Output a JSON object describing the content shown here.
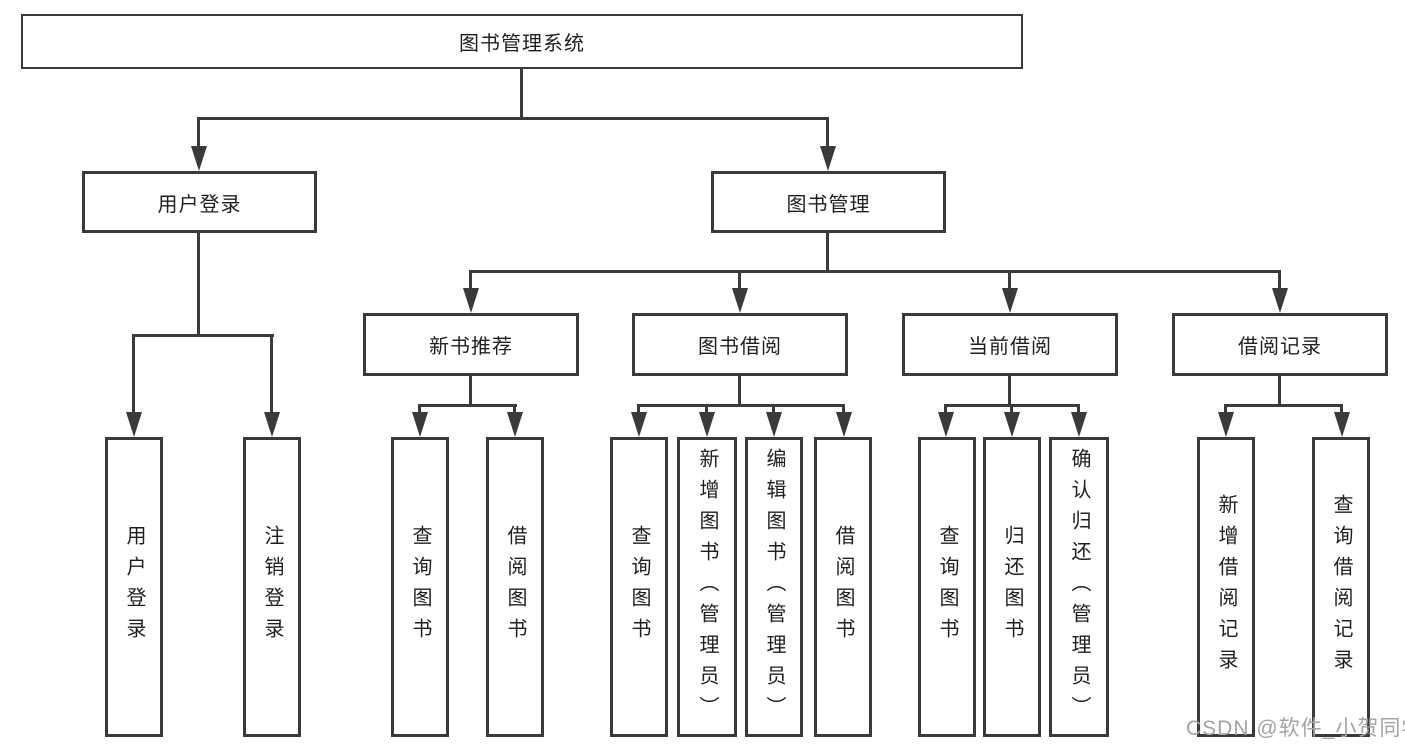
{
  "tree": {
    "root": {
      "label": "图书管理系统",
      "children": [
        {
          "label": "用户登录",
          "children": [
            {
              "label": "用户登录"
            },
            {
              "label": "注销登录"
            }
          ]
        },
        {
          "label": "图书管理",
          "children": [
            {
              "label": "新书推荐",
              "children": [
                {
                  "label": "查询图书"
                },
                {
                  "label": "借阅图书"
                }
              ]
            },
            {
              "label": "图书借阅",
              "children": [
                {
                  "label": "查询图书"
                },
                {
                  "label": "新增图书（管理员）"
                },
                {
                  "label": "编辑图书（管理员）"
                },
                {
                  "label": "借阅图书"
                }
              ]
            },
            {
              "label": "当前借阅",
              "children": [
                {
                  "label": "查询图书"
                },
                {
                  "label": "归还图书"
                },
                {
                  "label": "确认归还（管理员）"
                }
              ]
            },
            {
              "label": "借阅记录",
              "children": [
                {
                  "label": "新增借阅记录"
                },
                {
                  "label": "查询借阅记录"
                }
              ]
            }
          ]
        }
      ]
    }
  },
  "watermark": {
    "text": "CSDN @软件_小贺同学"
  },
  "colors": {
    "line": "#3a3a3a",
    "text": "#1f1f1f",
    "background": "#ffffff",
    "watermark": "#a3a3a3"
  }
}
